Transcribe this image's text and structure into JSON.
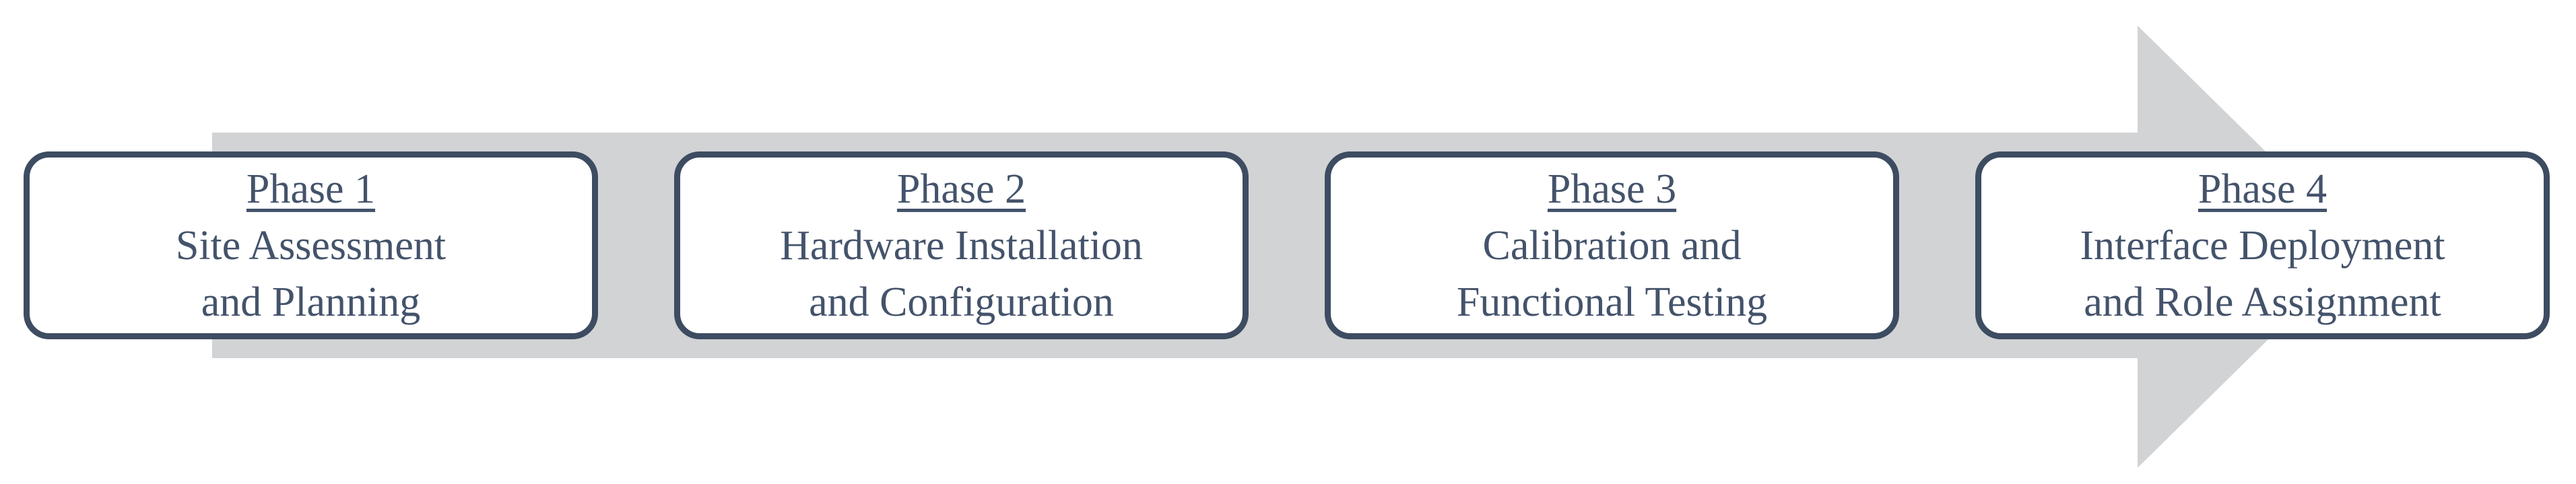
{
  "diagram": {
    "kind": "process-arrow-timeline",
    "colors": {
      "arrow": "#d1d3d5",
      "box_border": "#3d4c61",
      "text": "#44536b",
      "box_background": "#ffffff"
    },
    "phases": [
      {
        "title": "Phase 1",
        "subtitle_lines": [
          "Site Assessment",
          "and Planning"
        ]
      },
      {
        "title": "Phase 2",
        "subtitle_lines": [
          "Hardware Installation",
          "and Configuration"
        ]
      },
      {
        "title": "Phase 3",
        "subtitle_lines": [
          "Calibration and",
          "Functional Testing"
        ]
      },
      {
        "title": "Phase 4",
        "subtitle_lines": [
          "Interface Deployment",
          "and Role Assignment"
        ]
      }
    ]
  }
}
